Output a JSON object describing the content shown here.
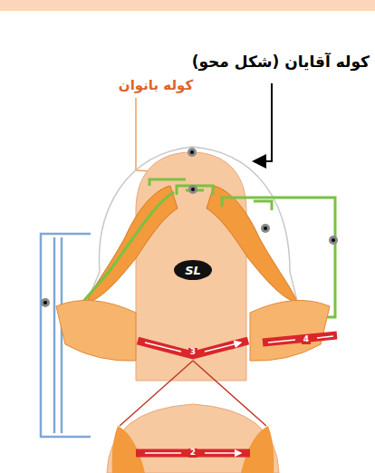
{
  "diagram": {
    "labels": [
      "کوله آقایان (شکل محو)",
      "کوله بانوان",
      "SL",
      "3",
      "4",
      "2"
    ]
  }
}
